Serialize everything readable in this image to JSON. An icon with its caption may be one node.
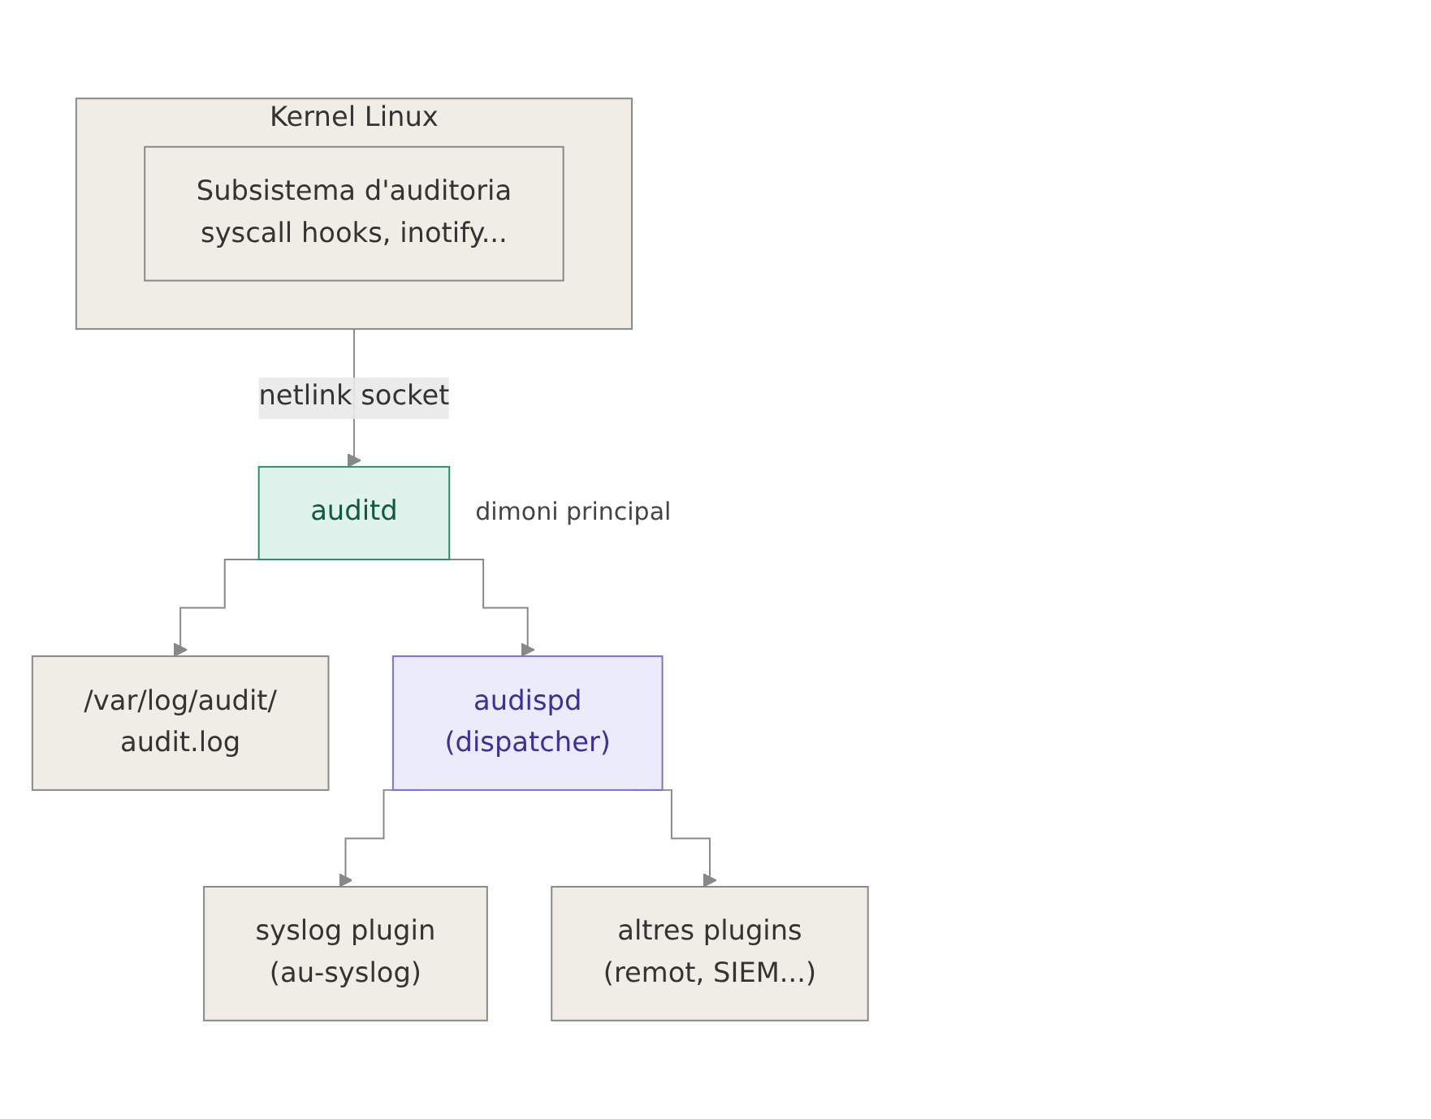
{
  "diagram": {
    "nodes": [
      {
        "text": [
          "Kernel Linux"
        ]
      },
      {
        "text": [
          "Subsistema d'auditoria",
          "syscall hooks, inotify..."
        ],
        "in": 0
      },
      {
        "text": [
          "auditd"
        ],
        "beside": [
          "dimoni principal"
        ]
      },
      {
        "text": [
          "/var/log/audit/",
          "audit.log"
        ]
      },
      {
        "text": [
          "audispd",
          "(dispatcher)"
        ]
      },
      {
        "text": [
          "syslog plugin",
          "(au-syslog)"
        ]
      },
      {
        "text": [
          "altres plugins",
          "(remot, SIEM...)"
        ]
      }
    ],
    "edges": [
      {
        "from": 0,
        "to": 2,
        "arrow": "to",
        "label": "netlink socket"
      },
      {
        "from": 2,
        "to": 3,
        "arrow": "to"
      },
      {
        "from": 2,
        "to": 4,
        "arrow": "to"
      },
      {
        "from": 4,
        "to": 5,
        "arrow": "to"
      },
      {
        "from": 4,
        "to": 6,
        "arrow": "to"
      }
    ]
  }
}
